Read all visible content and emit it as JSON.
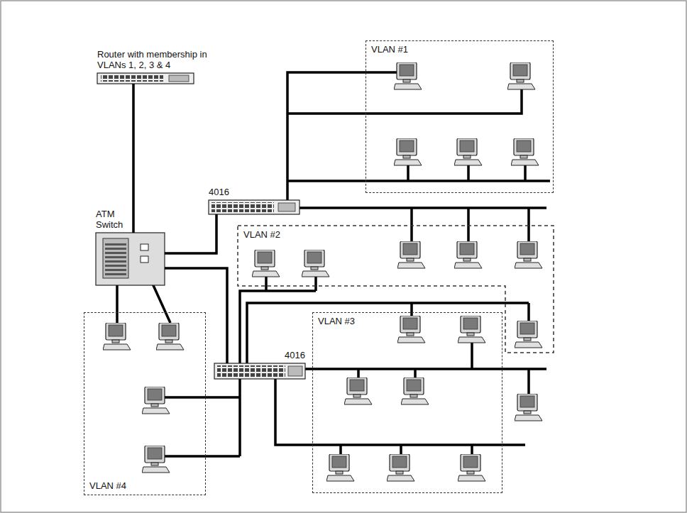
{
  "diagram": {
    "nodes": [
      {
        "text": [
          "Router with membership in VLANs 1, 2, 3 & 4"
        ]
      },
      {
        "text": [
          "VLAN #1"
        ]
      },
      {
        "text": [
          "4016"
        ]
      },
      {
        "text": [
          "ATM Switch"
        ]
      },
      {
        "text": [
          "VLAN #2"
        ]
      },
      {
        "text": [
          "VLAN #3"
        ]
      },
      {
        "text": [
          "4016"
        ]
      },
      {
        "text": [
          "VLAN #4"
        ]
      }
    ],
    "edges": [
      {
        "from": 0,
        "to": 3,
        "arrow": "none"
      },
      {
        "from": 3,
        "to": 2,
        "arrow": "none"
      },
      {
        "from": 3,
        "to": 6,
        "arrow": "none"
      }
    ]
  }
}
